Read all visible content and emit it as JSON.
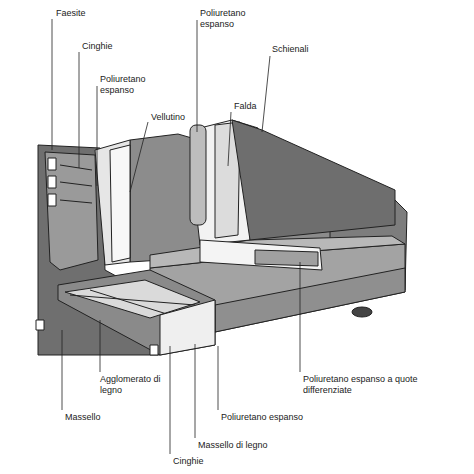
{
  "diagram": {
    "labels": [
      "Faesite",
      "Poliuretano espanso",
      "Schienali",
      "Cinghie",
      "Poliuretano espanso",
      "Vellutino",
      "Falda",
      "Agglomerato di legno",
      "Massello",
      "Poliuretano espanso a quote differenziate",
      "Poliuretano espanso",
      "Massello di legno",
      "Cinghie"
    ]
  }
}
